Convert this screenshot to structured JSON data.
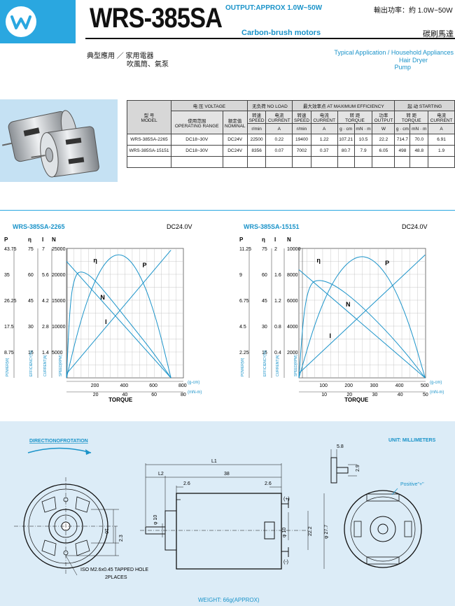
{
  "header": {
    "model": "WRS-385SA",
    "output_en": "OUTPUT:APPROX 1.0W~50W",
    "output_cn": "輸出功率：約 1.0W~50W",
    "type_en": "Carbon-brush motors",
    "type_cn": "碳刷馬達"
  },
  "applications": {
    "cn_line1": "典型應用 ／ 家用電器",
    "cn_line2": "吹風筒、氣泵",
    "en_line1": "Typical Application / Household Appliances",
    "en_line2": "Hair Dryer",
    "en_line3": "Pump"
  },
  "spec_table": {
    "model_cn": "型 号",
    "model_en": "MODEL",
    "voltage_group": "电 压 VOLTAGE",
    "no_load_group": "无负荷 NO LOAD",
    "max_eff_group": "最大效率点 AT MAXIMUM EFFICIENCY",
    "starting_group": "起 动 STARTING",
    "op_range_cn": "使用范围",
    "op_range_en": "OPERATING RANGE",
    "nominal_cn": "额定值",
    "nominal_en": "NOMINAL",
    "speed_cn": "转速",
    "speed_en": "SPEED",
    "current_cn": "电流",
    "current_en": "CURRENT",
    "torque_cn": "转 距",
    "torque_en": "TORQUE",
    "output_cn": "功率",
    "output_en": "OUTPUT",
    "u_rmin": "r/min",
    "u_a": "A",
    "u_gcm": "g · cm",
    "u_mnm": "mN · m",
    "u_w": "W",
    "rows": [
      {
        "model": "WRS-385SA-2265",
        "range": "DC18~30V",
        "nominal": "DC24V",
        "nl_speed": "22500",
        "nl_current": "0.22",
        "me_speed": "19400",
        "me_current": "1.22",
        "me_torque_g": "107.21",
        "me_torque_mn": "10.5",
        "me_output": "22.2",
        "st_torque_g": "714.7",
        "st_torque_mn": "70.0",
        "st_current": "6.91"
      },
      {
        "model": "WRS-385SA-15151",
        "range": "DC18~30V",
        "nominal": "DC24V",
        "nl_speed": "8356",
        "nl_current": "0.07",
        "me_speed": "7002",
        "me_current": "0.37",
        "me_torque_g": "80.7",
        "me_torque_mn": "7.9",
        "me_output": "6.05",
        "st_torque_g": "498",
        "st_torque_mn": "48.8",
        "st_current": "1.9"
      }
    ]
  },
  "chart_data": [
    {
      "type": "line",
      "title": "WRS-385SA-2265",
      "voltage": "DC24.0V",
      "xlabel": "TORQUE",
      "x_units_g": "(g-cm)",
      "x_units_mn": "(mN-m)",
      "x_ticks_g": [
        "200",
        "400",
        "600",
        "800"
      ],
      "x_ticks_mn": [
        "20",
        "40",
        "60",
        "80"
      ],
      "xlim_gcm": [
        0,
        800
      ],
      "y_heads": [
        "P",
        "η",
        "I",
        "N"
      ],
      "y_ticks_P": [
        "43.75",
        "35",
        "26.25",
        "17.5",
        "8.75"
      ],
      "y_ticks_eta": [
        "75",
        "60",
        "45",
        "30",
        "15"
      ],
      "y_ticks_I": [
        "7",
        "5.6",
        "4.2",
        "2.8",
        "1.4"
      ],
      "y_ticks_N": [
        "25000",
        "20000",
        "15000",
        "10000",
        "5000"
      ],
      "axis_names": [
        "POWER[W]",
        "EFFICIENCY[%]",
        "CURRENT[A]",
        "SPEED[RPM]"
      ],
      "curve_labels": [
        "η",
        "P",
        "N",
        "I"
      ],
      "ylim_P": [
        0,
        43.75
      ],
      "ylim_eta": [
        0,
        75
      ],
      "ylim_I": [
        0,
        7
      ],
      "ylim_N": [
        0,
        25000
      ],
      "series": [
        {
          "name": "N",
          "x": [
            0,
            714.7
          ],
          "y": [
            22500,
            0
          ]
        },
        {
          "name": "I",
          "x": [
            0,
            714.7
          ],
          "y": [
            0.22,
            6.91
          ]
        },
        {
          "name": "P",
          "x": [
            0,
            89,
            179,
            268,
            357,
            447,
            536,
            625,
            714.7
          ],
          "y": [
            0,
            18.2,
            31.4,
            39.5,
            42.3,
            39.5,
            31.4,
            18.2,
            0
          ]
        },
        {
          "name": "η",
          "x": [
            0,
            25,
            60,
            107,
            180,
            300,
            450,
            600,
            714.7
          ],
          "y": [
            0,
            45,
            60,
            62,
            58,
            46,
            30,
            14,
            0
          ]
        }
      ]
    },
    {
      "type": "line",
      "title": "WRS-385SA-15151",
      "voltage": "DC24.0V",
      "xlabel": "TORQUE",
      "x_units_g": "(g-cm)",
      "x_units_mn": "(mN-m)",
      "x_ticks_g": [
        "100",
        "200",
        "300",
        "400",
        "500"
      ],
      "x_ticks_mn": [
        "10",
        "20",
        "30",
        "40",
        "50"
      ],
      "xlim_gcm": [
        0,
        500
      ],
      "y_heads": [
        "P",
        "η",
        "I",
        "N"
      ],
      "y_ticks_P": [
        "11.25",
        "9",
        "6.75",
        "4.5",
        "2.25"
      ],
      "y_ticks_eta": [
        "75",
        "60",
        "45",
        "30",
        "15"
      ],
      "y_ticks_I": [
        "2",
        "1.6",
        "1.2",
        "0.8",
        "0.4"
      ],
      "y_ticks_N": [
        "10000",
        "8000",
        "6000",
        "4000",
        "2000"
      ],
      "axis_names": [
        "POWER[W]",
        "EFFICIENCY[%]",
        "CURRENT[A]",
        "SPEED[RPM]"
      ],
      "curve_labels": [
        "η",
        "P",
        "N",
        "I"
      ],
      "ylim_P": [
        0,
        11.25
      ],
      "ylim_eta": [
        0,
        75
      ],
      "ylim_I": [
        0,
        2
      ],
      "ylim_N": [
        0,
        10000
      ],
      "series": [
        {
          "name": "N",
          "x": [
            0,
            498
          ],
          "y": [
            8356,
            0
          ]
        },
        {
          "name": "I",
          "x": [
            0,
            498
          ],
          "y": [
            0.07,
            1.9
          ]
        },
        {
          "name": "P",
          "x": [
            0,
            62,
            124,
            187,
            249,
            311,
            374,
            436,
            498
          ],
          "y": [
            0,
            4.7,
            8.0,
            10.0,
            10.7,
            10.0,
            8.0,
            4.7,
            0
          ]
        },
        {
          "name": "η",
          "x": [
            0,
            20,
            45,
            81,
            140,
            230,
            340,
            430,
            498
          ],
          "y": [
            0,
            40,
            55,
            57,
            54,
            44,
            28,
            13,
            0
          ]
        }
      ]
    }
  ],
  "drawing": {
    "direction_label": "DIRECTIONOFROTATION",
    "unit_label": "UNIT: MILLIMETERS",
    "positive_label": "Positive\"+\"",
    "plus_label": "(+)",
    "minus_label": "(-)",
    "tapped_hole_1": "ISO M2.6x0.45 TAPPED HOLE",
    "tapped_hole_2": "2PLACES",
    "weight": "WEIGHT: 66g(APPROX)",
    "dims": {
      "l1": "L1",
      "l2": "L2",
      "d38": "38",
      "d26a": "2.6",
      "d26b": "2.6",
      "d58": "5.8",
      "d29": "2.9",
      "d16": "16",
      "d23": "2.3",
      "phi10a": "φ 10",
      "phi10b": "φ 10",
      "d222": "22.2",
      "phi277": "φ 27.7"
    }
  },
  "colors": {
    "accent": "#2aa7e0",
    "curve": "#1a93c9",
    "panel": "#dcecf7"
  }
}
